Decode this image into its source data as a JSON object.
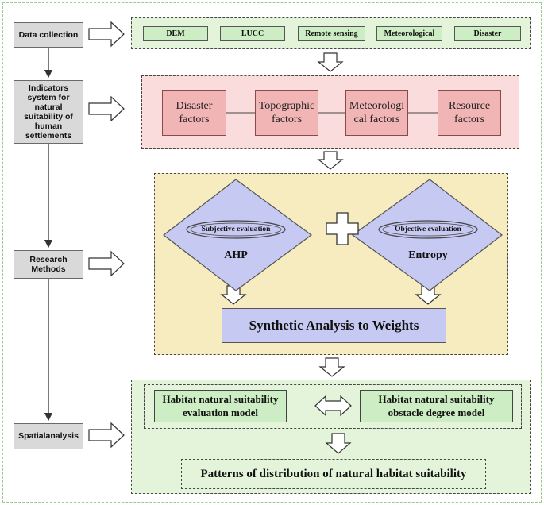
{
  "steps": {
    "data_collection": "Data collection",
    "indicators": "Indicators system for natural suitability of human settlements",
    "research_methods": "Research Methods",
    "spatial_analysis": "Spatialanalysis"
  },
  "data_sources": [
    "DEM",
    "LUCC",
    "Remote sensing",
    "Meteorological",
    "Disaster"
  ],
  "factors": {
    "disaster": "Disaster factors",
    "topographic": "Topographic factors",
    "meteorological": "Meteorologi cal factors",
    "resource": "Resource factors"
  },
  "methods": {
    "subjective": {
      "caption": "Subjective evaluation",
      "name": "AHP"
    },
    "objective": {
      "caption": "Objective evaluation",
      "name": "Entropy"
    },
    "synthesis": "Synthetic Analysis to Weights"
  },
  "spatial": {
    "evaluation_model": "Habitat natural suitability evaluation model",
    "obstacle_model": "Habitat natural suitability obstacle degree model",
    "patterns": "Patterns of distribution of natural habitat suitability"
  },
  "colors": {
    "gray_step": "#d9d9d9",
    "green_fill": "#cdeec4",
    "green_panel": "#e3f4da",
    "pink_panel": "#fbdcdc",
    "pink_factor": "#f2b5b5",
    "tan_panel": "#f7ecbf",
    "lavender": "#c6c9f2"
  }
}
